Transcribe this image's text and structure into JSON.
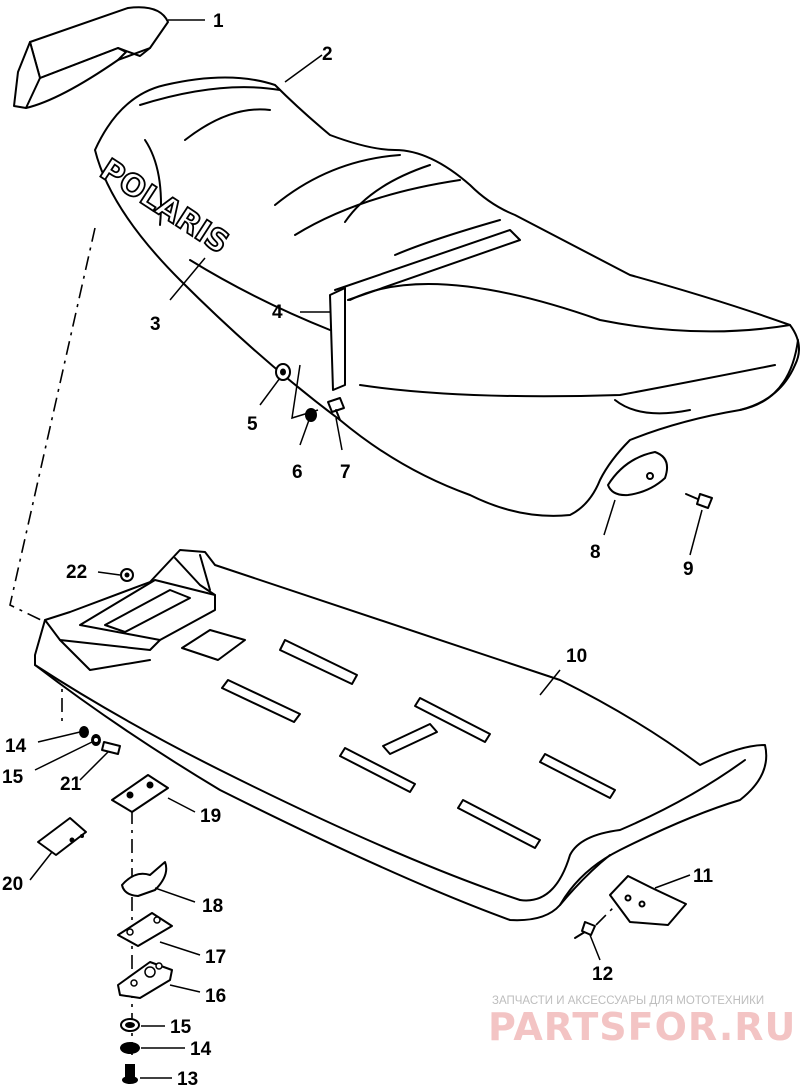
{
  "logo": {
    "brand": "POLARIS"
  },
  "callouts": {
    "c1": "1",
    "c2": "2",
    "c3": "3",
    "c4": "4",
    "c5": "5",
    "c6": "6",
    "c7": "7",
    "c8": "8",
    "c9": "9",
    "c10": "10",
    "c11": "11",
    "c12": "12",
    "c13": "13",
    "c14a": "14",
    "c14b": "14",
    "c15a": "15",
    "c15b": "15",
    "c16": "16",
    "c17": "17",
    "c18": "18",
    "c19": "19",
    "c20": "20",
    "c21": "21",
    "c22": "22"
  },
  "watermark": {
    "tagline": "ЗАПЧАСТИ И АКСЕССУАРЫ ДЛЯ МОТОТЕХНИКИ",
    "site": "PARTSFOR.RU"
  }
}
